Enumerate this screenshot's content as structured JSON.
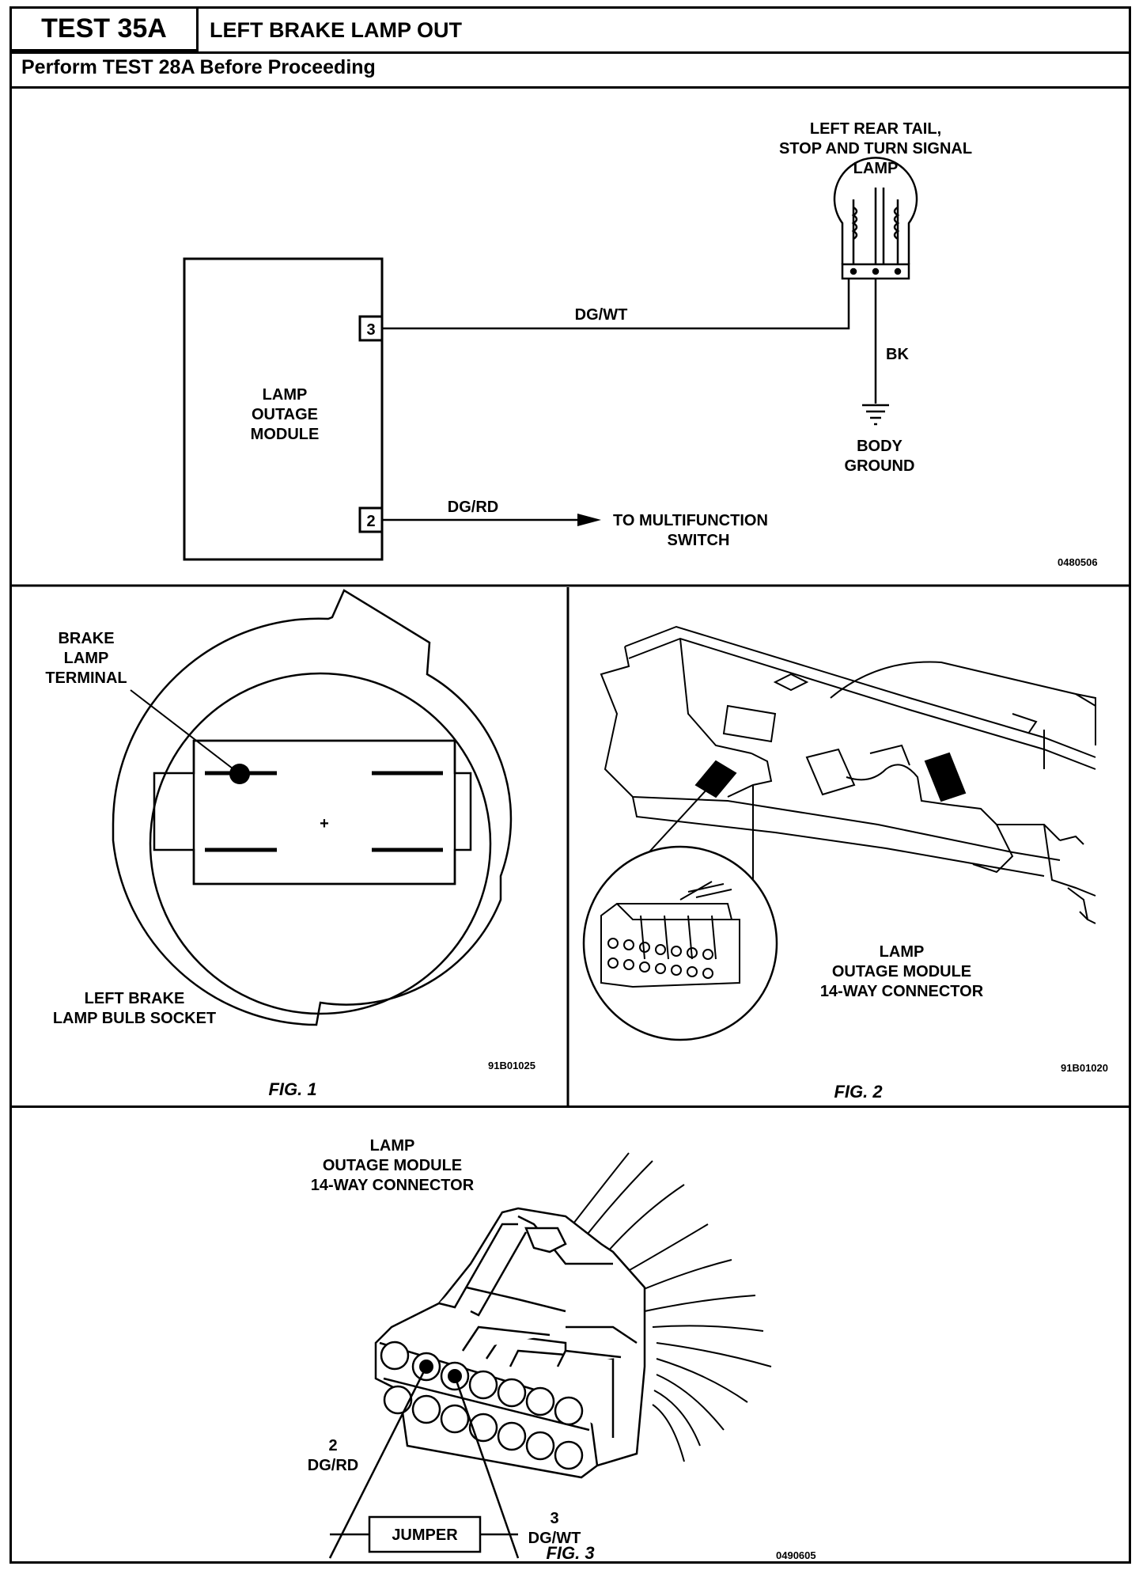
{
  "header": {
    "test_id": "TEST 35A",
    "title": "LEFT BRAKE LAMP OUT",
    "prerequisite": "Perform TEST 28A Before Proceeding"
  },
  "schematic": {
    "lamp_label": [
      "LEFT REAR TAIL,",
      "STOP AND TURN SIGNAL",
      "LAMP"
    ],
    "module_label": [
      "LAMP",
      "OUTAGE",
      "MODULE"
    ],
    "pin_3": "3",
    "pin_2": "2",
    "wire_top": "DG/WT",
    "wire_bottom": "DG/RD",
    "ground_wire": "BK",
    "ground_label": [
      "BODY",
      "GROUND"
    ],
    "destination": [
      "TO MULTIFUNCTION",
      "SWITCH"
    ],
    "ref_code": "0480506"
  },
  "fig1": {
    "terminal_label": [
      "BRAKE",
      "LAMP",
      "TERMINAL"
    ],
    "socket_label": [
      "LEFT BRAKE",
      "LAMP BULB SOCKET"
    ],
    "plus_sign": "+",
    "ref_code": "91B01025",
    "caption": "FIG. 1"
  },
  "fig2": {
    "connector_label": [
      "LAMP",
      "OUTAGE MODULE",
      "14-WAY CONNECTOR"
    ],
    "ref_code": "91B01020",
    "caption": "FIG. 2"
  },
  "fig3": {
    "connector_label": [
      "LAMP",
      "OUTAGE MODULE",
      "14-WAY CONNECTOR"
    ],
    "pin_2_label": [
      "2",
      "DG/RD"
    ],
    "pin_3_label": [
      "3",
      "DG/WT"
    ],
    "jumper": "JUMPER",
    "ref_code": "0490605",
    "caption": "FIG. 3"
  }
}
